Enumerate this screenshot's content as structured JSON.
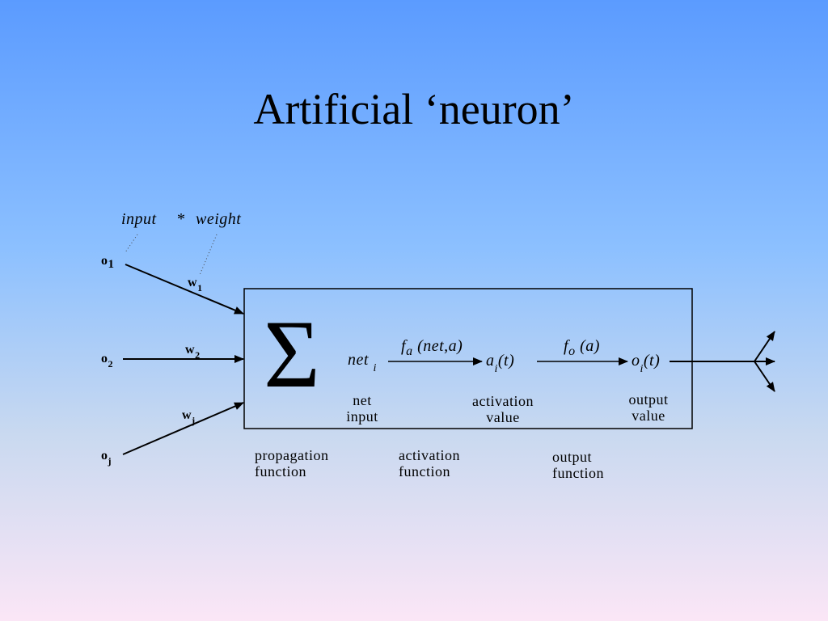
{
  "title": "Artificial ‘neuron’",
  "annotation": {
    "input": "input",
    "times": "*",
    "weight": "weight"
  },
  "inputs": [
    {
      "name": "o",
      "sub": "1",
      "weight": "w",
      "weight_sub": "1"
    },
    {
      "name": "o",
      "sub": "2",
      "weight": "w",
      "weight_sub": "2"
    },
    {
      "name": "o",
      "sub": "j",
      "weight": "w",
      "weight_sub": "j"
    }
  ],
  "box": {
    "sigma": "Σ",
    "net": "net",
    "net_sub": "i",
    "fa": "f",
    "fa_sub": "a",
    "fa_args": "(net,a)",
    "act": "a",
    "act_sub": "i",
    "act_args": "(t)",
    "fo": "f",
    "fo_sub": "o",
    "fo_args": "(a)",
    "out": "o",
    "out_sub": "i",
    "out_args": "(t)",
    "net_caption": [
      "net",
      "input"
    ],
    "act_caption": [
      "activation",
      "value"
    ],
    "out_caption": [
      "output",
      "value"
    ]
  },
  "functions": [
    [
      "propagation",
      "function"
    ],
    [
      "activation",
      "function"
    ],
    [
      "output",
      "function"
    ]
  ]
}
